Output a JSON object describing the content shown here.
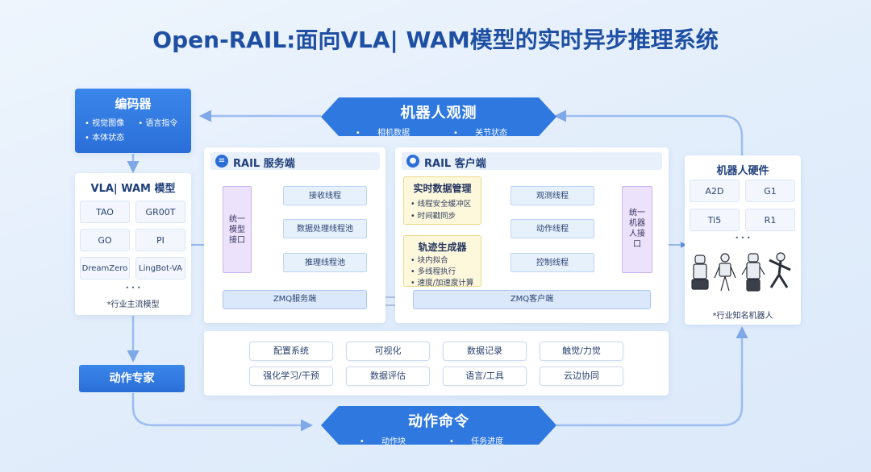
{
  "title": "Open-RAIL:面向VLA| WAM模型的实时异步推理系统",
  "encoder": {
    "title": "编码器",
    "items": [
      "视觉图像",
      "语言指令",
      "本体状态"
    ]
  },
  "robot_obs": {
    "title": "机器人观测",
    "items": [
      "相机数据",
      "关节状态"
    ]
  },
  "action_cmd": {
    "title": "动作命令",
    "items": [
      "动作块",
      "任务进度"
    ]
  },
  "vla": {
    "title": "VLA| WAM 模型",
    "models": [
      "TAO",
      "GR00T",
      "GO",
      "PI",
      "DreamZero",
      "LingBot-VA"
    ],
    "more": "• • •",
    "note": "*行业主流模型"
  },
  "action_expert": "动作专家",
  "server": {
    "title": "RAIL 服务端",
    "interface": "统一模型接口",
    "threads": [
      "接收线程",
      "数据处理线程池",
      "推理线程池"
    ],
    "zmq": "ZMQ服务端"
  },
  "client": {
    "title": "RAIL 客户端",
    "rt_data": {
      "title": "实时数据管理",
      "items": [
        "线程安全缓冲区",
        "时间戳同步"
      ]
    },
    "traj": {
      "title": "轨迹生成器",
      "items": [
        "块内拟合",
        "多线程执行",
        "速度/加速度计算"
      ]
    },
    "threads": [
      "观测线程",
      "动作线程",
      "控制线程"
    ],
    "interface": "统一机器人接口",
    "zmq": "ZMQ客户端"
  },
  "tools": [
    "配置系统",
    "可视化",
    "数据记录",
    "触觉/力觉",
    "强化学习/干预",
    "数据评估",
    "语言/工具",
    "云边协同"
  ],
  "hardware": {
    "title": "机器人硬件",
    "robots": [
      "A2D",
      "G1",
      "Ti5",
      "R1"
    ],
    "more": "• • •",
    "note": "*行业知名机器人"
  },
  "colors": {
    "accent": "#2a6fd8",
    "title": "#1e4fa3",
    "purple": "#ece2fb",
    "yellow": "#fdf7dc"
  }
}
